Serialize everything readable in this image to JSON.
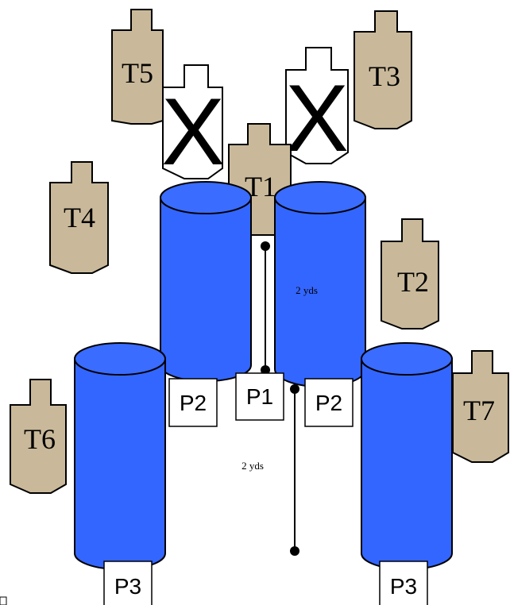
{
  "colors": {
    "target_fill": "#c9b99a",
    "noshoot_fill": "#ffffff",
    "barrel_fill": "#3366ff",
    "barrel_top": "#3a6cff",
    "outline": "#000000"
  },
  "targets": {
    "t1": "T1",
    "t2": "T2",
    "t3": "T3",
    "t4": "T4",
    "t5": "T5",
    "t6": "T6",
    "t7": "T7"
  },
  "noshoots": {
    "left_mark": "X",
    "right_mark": "X"
  },
  "positions": {
    "p1": "P1",
    "p2_left": "P2",
    "p2_right": "P2",
    "p3_left": "P3",
    "p3_right": "P3"
  },
  "dimensions": {
    "upper": "2 yds",
    "lower": "2 yds"
  },
  "icons": {
    "target": "cardboard-silhouette-target",
    "noshoot": "no-shoot-target",
    "barrel": "barrel-obstacle"
  }
}
